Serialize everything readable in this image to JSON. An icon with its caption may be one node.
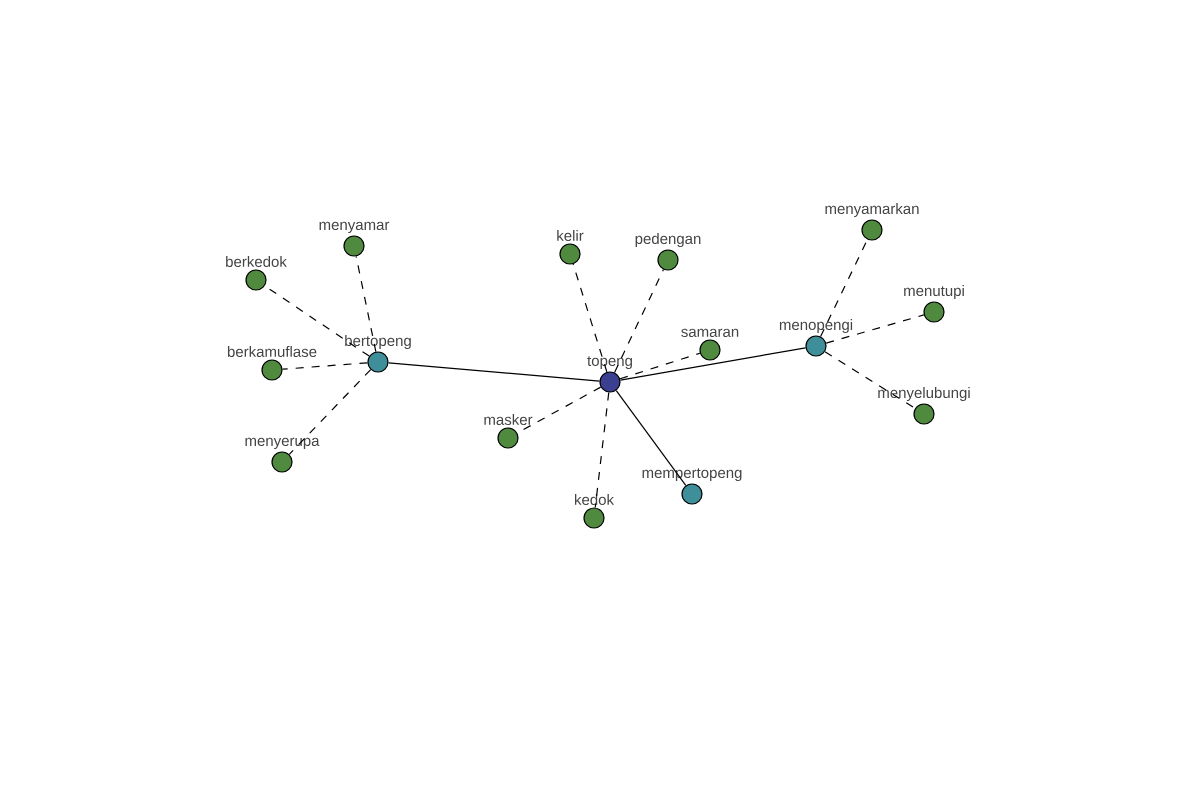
{
  "diagram": {
    "nodes": [
      {
        "text": [
          "topeng"
        ]
      },
      {
        "text": [
          "bertopeng"
        ]
      },
      {
        "text": [
          "menopengi"
        ]
      },
      {
        "text": [
          "mempertopeng"
        ]
      },
      {
        "text": [
          "berkedok"
        ]
      },
      {
        "text": [
          "menyamar"
        ]
      },
      {
        "text": [
          "berkamuflase"
        ]
      },
      {
        "text": [
          "menyerupa"
        ]
      },
      {
        "text": [
          "kelir"
        ]
      },
      {
        "text": [
          "pedengan"
        ]
      },
      {
        "text": [
          "samaran"
        ]
      },
      {
        "text": [
          "masker"
        ]
      },
      {
        "text": [
          "kedok"
        ]
      },
      {
        "text": [
          "menyamarkan"
        ]
      },
      {
        "text": [
          "menutupi"
        ]
      },
      {
        "text": [
          "menyelubungi"
        ]
      }
    ],
    "edges": [
      {
        "from": 0,
        "to": 1,
        "arrow": "none"
      },
      {
        "from": 0,
        "to": 2,
        "arrow": "none"
      },
      {
        "from": 0,
        "to": 3,
        "arrow": "none"
      },
      {
        "from": 1,
        "to": 4,
        "arrow": "none",
        "style": "dashed"
      },
      {
        "from": 1,
        "to": 5,
        "arrow": "none",
        "style": "dashed"
      },
      {
        "from": 1,
        "to": 6,
        "arrow": "none",
        "style": "dashed"
      },
      {
        "from": 1,
        "to": 7,
        "arrow": "none",
        "style": "dashed"
      },
      {
        "from": 0,
        "to": 8,
        "arrow": "none",
        "style": "dashed"
      },
      {
        "from": 0,
        "to": 9,
        "arrow": "none",
        "style": "dashed"
      },
      {
        "from": 0,
        "to": 10,
        "arrow": "none",
        "style": "dashed"
      },
      {
        "from": 0,
        "to": 11,
        "arrow": "none",
        "style": "dashed"
      },
      {
        "from": 0,
        "to": 12,
        "arrow": "none",
        "style": "dashed"
      },
      {
        "from": 2,
        "to": 13,
        "arrow": "none",
        "style": "dashed"
      },
      {
        "from": 2,
        "to": 14,
        "arrow": "none",
        "style": "dashed"
      },
      {
        "from": 2,
        "to": 15,
        "arrow": "none",
        "style": "dashed"
      }
    ]
  }
}
